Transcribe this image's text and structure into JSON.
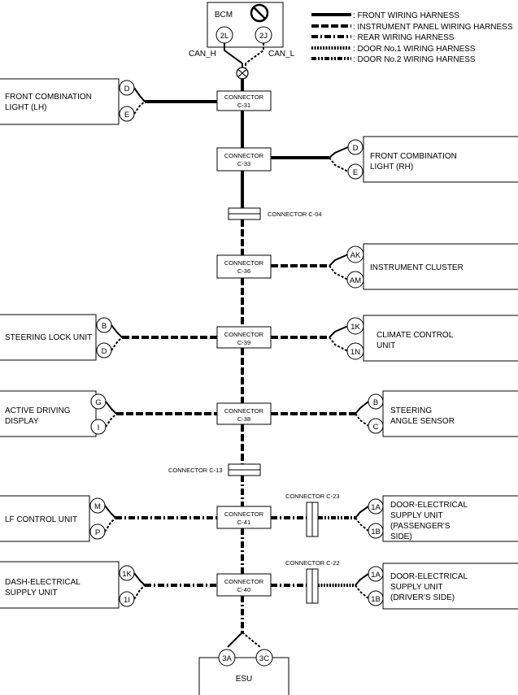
{
  "bcm": {
    "title": "BCM",
    "pin_h": "2L",
    "pin_l": "2J",
    "can_h": "CAN_H",
    "can_l": "CAN_L"
  },
  "legend": [
    {
      "style": "front",
      "label": ": FRONT WIRING HARNESS"
    },
    {
      "style": "ip",
      "label": ": INSTRUMENT PANEL WIRING HARNESS"
    },
    {
      "style": "rear",
      "label": ": REAR WIRING HARNESS"
    },
    {
      "style": "door1",
      "label": ": DOOR No.1 WIRING HARNESS"
    },
    {
      "style": "door2",
      "label": ": DOOR No.2 WIRING HARNESS"
    }
  ],
  "connectors": {
    "c31": {
      "line1": "CONNECTOR",
      "line2": "C-31"
    },
    "c33": {
      "line1": "CONNECTOR",
      "line2": "C-33"
    },
    "c04": "CONNECTOR C-04",
    "c36": {
      "line1": "CONNECTOR",
      "line2": "C-36"
    },
    "c39": {
      "line1": "CONNECTOR",
      "line2": "C-39"
    },
    "c38": {
      "line1": "CONNECTOR",
      "line2": "C-38"
    },
    "c13": "CONNECTOR C-13",
    "c41": {
      "line1": "CONNECTOR",
      "line2": "C-41"
    },
    "c40": {
      "line1": "CONNECTOR",
      "line2": "C-40"
    },
    "c23": "CONNECTOR C-23",
    "c22": "CONNECTOR C-22"
  },
  "modules": {
    "fcl_lh": {
      "line1": "FRONT COMBINATION",
      "line2": "LIGHT (LH)",
      "pin1": "D",
      "pin2": "E"
    },
    "fcl_rh": {
      "line1": "FRONT COMBINATION",
      "line2": "LIGHT (RH)",
      "pin1": "D",
      "pin2": "E"
    },
    "cluster": {
      "line1": "INSTRUMENT CLUSTER",
      "pin1": "AK",
      "pin2": "AM"
    },
    "steering_lock": {
      "line1": "STEERING LOCK UNIT",
      "pin1": "B",
      "pin2": "D"
    },
    "climate": {
      "line1": "CLIMATE CONTROL",
      "line2": "UNIT",
      "pin1": "1K",
      "pin2": "1N"
    },
    "add": {
      "line1": "ACTIVE DRIVING",
      "line2": "DISPLAY",
      "pin1": "G",
      "pin2": "I"
    },
    "steering_angle": {
      "line1": "STEERING",
      "line2": "ANGLE SENSOR",
      "pin1": "B",
      "pin2": "C"
    },
    "lf_control": {
      "line1": "LF CONTROL UNIT",
      "pin1": "M",
      "pin2": "P"
    },
    "door_pass": {
      "line1": "DOOR-ELECTRICAL",
      "line2": "SUPPLY UNIT",
      "line3": "(PASSENGER'S",
      "line4": "SIDE)",
      "pin1": "1A",
      "pin2": "1B"
    },
    "dash_esu": {
      "line1": "DASH-ELECTRICAL",
      "line2": "SUPPLY UNIT",
      "pin1": "1K",
      "pin2": "1I"
    },
    "door_drv": {
      "line1": "DOOR-ELECTRICAL",
      "line2": "SUPPLY UNIT",
      "line3": "(DRIVER'S SIDE)",
      "pin1": "1A",
      "pin2": "1B"
    },
    "esu": {
      "line1": "ESU",
      "pin1": "3A",
      "pin2": "3C"
    }
  }
}
